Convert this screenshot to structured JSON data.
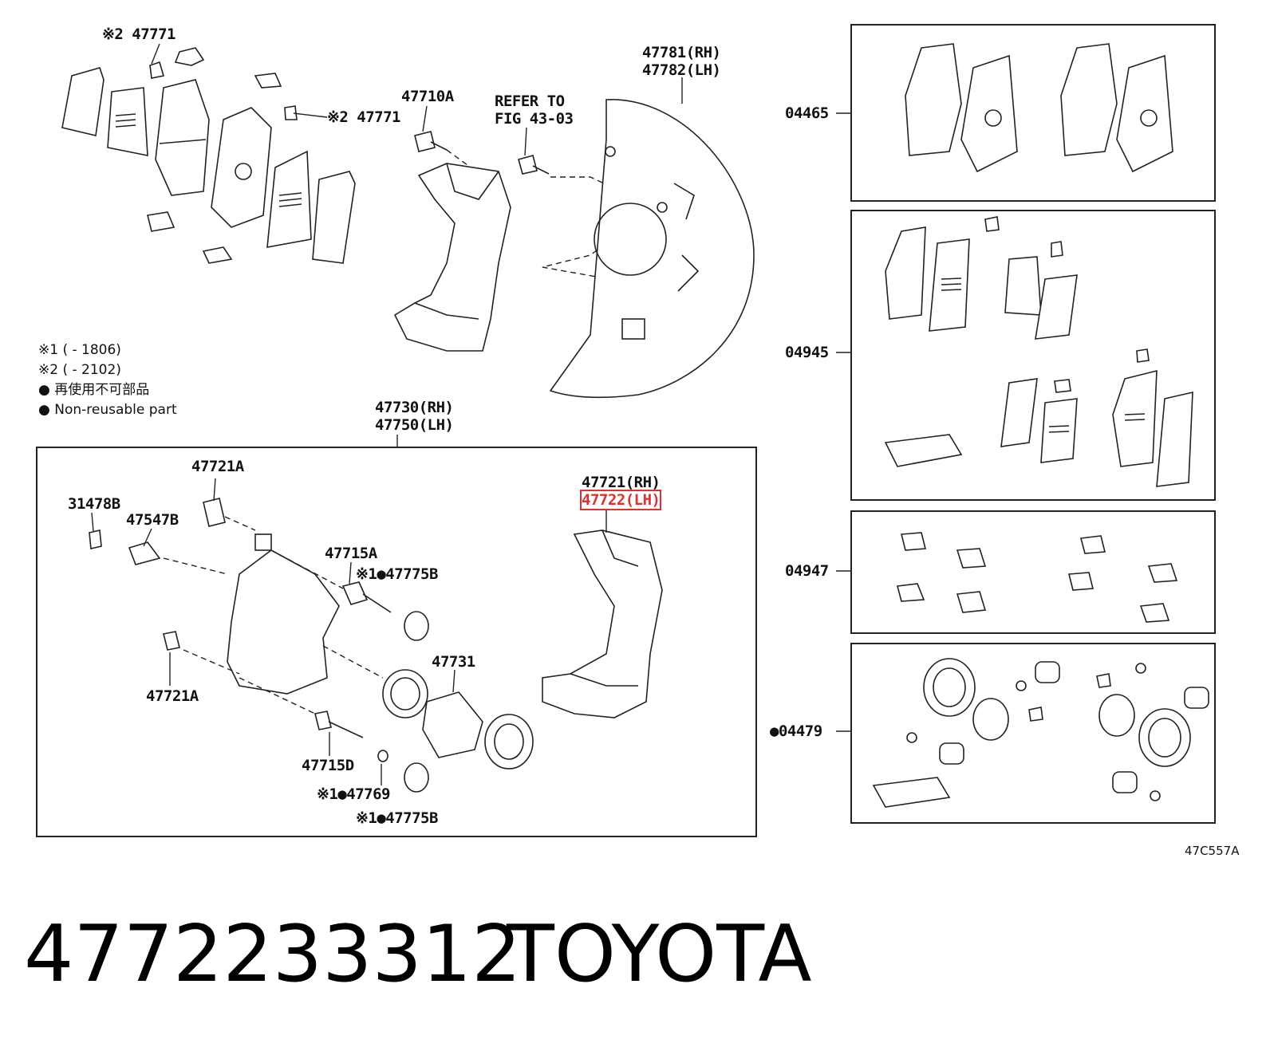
{
  "diagram": {
    "callouts": {
      "c47771_top": "※2 47771",
      "c47771_mid": "※2 47771",
      "c47710A": "47710A",
      "refer_line1": "REFER TO",
      "refer_line2": "FIG 43-03",
      "c47781": "47781(RH)",
      "c47782": "47782(LH)",
      "c47730": "47730(RH)",
      "c47750": "47750(LH)",
      "c47721A_top": "47721A",
      "c31478B": "31478B",
      "c47547B": "47547B",
      "c47715A": "47715A",
      "c47775B_top": "※1●47775B",
      "c47721A_bottom": "47721A",
      "c47731": "47731",
      "c47715D": "47715D",
      "c47769": "※1●47769",
      "c47775B_bottom": "※1●47775B",
      "c47721_rh": "47721(RH)",
      "c47722_lh": "47722(LH)",
      "k04465": "04465",
      "k04945": "04945",
      "k04947": "04947",
      "k04479": "●04479"
    },
    "legend": {
      "note1": "※1 (        - 1806)",
      "note2": "※2 (        - 2102)",
      "note3": "● 再使用不可部品",
      "note4": "● Non-reusable part"
    },
    "figure_code": "47C557A",
    "highlight_color": "#e03030"
  },
  "footer": {
    "part_number": "4772233312",
    "brand": "TOYOTA"
  }
}
